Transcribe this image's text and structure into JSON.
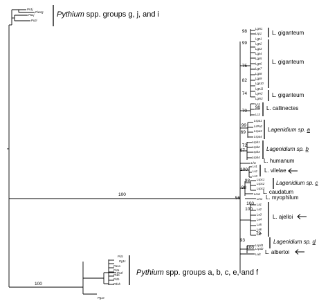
{
  "tips": {
    "pn1j": "Pn1j",
    "piw1g": "Piw1g",
    "pu1j": "Pu1j",
    "pu2i": "Pu2i",
    "lgm1": "Lgm1",
    "lsp1": "Lsp1",
    "lgp1": "Lgp1",
    "lgp2": "Lgp2",
    "lgp3": "Lgp3",
    "lgp4": "Lgp4",
    "lgp5": "Lgp5",
    "lgp6": "Lgp6",
    "lgp7": "Lgp7",
    "lgp8": "Lgp8",
    "lgp9": "Lgp9",
    "lgp10": "Lgp10",
    "lgp11": "Lgp11",
    "lgm2": "Lgm2",
    "lgm3": "Lgm3",
    "lc1": "Lc1",
    "lc2": "Lc2",
    "lc3": "Lc3",
    "lspa1": "Lspa1",
    "lspa2": "LsPa2",
    "lspa3": "Lspa3",
    "lspa4": "Lspa4",
    "lspb1": "Lspb1",
    "lspb2": "Lspb2",
    "lspb3": "Lspb3",
    "lspb4": "Lspb4",
    "lh1": "Lh1",
    "lv1": "Lv1",
    "lv2": "Lv2",
    "lv3": "Lv3",
    "lspc1": "Lspc1",
    "lspc2": "Lspc2",
    "lspc3": "Lspc3",
    "lca1": "Lca1",
    "lm1": "Lm1",
    "la1": "La1",
    "la2": "La2",
    "la3": "La3",
    "la4": "La4",
    "la5": "La5",
    "la6": "La6",
    "la7": "La7",
    "lspd1": "Lspd1",
    "lspd2": "Lspd2",
    "lal1": "Lal1",
    "pi1c": "Pi1c",
    "pg1c": "Pg1c",
    "pa1a": "Pa1a",
    "pi1a": "Pi1a",
    "pf1b": "Pf1b",
    "pi1b": "Pi1b",
    "pd1b": "Pd1b",
    "ps1f": "Ps1f",
    "pg1e": "Pg1e"
  },
  "support": {
    "root": "100",
    "pythium_lower": "100",
    "leg_56": "56",
    "s98": "98",
    "s99a": "99",
    "s75": "75",
    "s82": "82",
    "s74": "74",
    "s98b": "98",
    "s70": "70",
    "s99b": "99",
    "s69": "69",
    "s67": "67",
    "s72": "72",
    "s100a": "100",
    "s98c": "98",
    "s98d": "98",
    "s100b": "100",
    "s100c": "100",
    "s79": "79",
    "s93": "93",
    "s100d": "100"
  },
  "groups": {
    "upper": {
      "italic": "Pythium",
      "rest": " spp. groups g, j, and i"
    },
    "lower": {
      "italic": "Pythium",
      "rest": " spp. groups a, b, c, e, and f"
    },
    "giganteum1": "L. giganteum",
    "giganteum2": "L. giganteum",
    "giganteum3": "L. giganteum",
    "callinectes": "L. callinectes",
    "lag_a": {
      "italic": "Lagenidium sp.",
      "letter": "a"
    },
    "lag_b": {
      "italic": "Lagenidium sp.",
      "letter": "b"
    },
    "humanum": "L. humanum",
    "vilelae": "L. vilelae",
    "lag_c": {
      "italic": "Lagenidium sp.",
      "letter": "c"
    },
    "caudatum": "L. caudatum",
    "myophilum": "L. myophilum",
    "ajelloi": "L. ajelloi",
    "lag_d": {
      "italic": "Lagenidium sp.",
      "letter": "d"
    },
    "albertoi": "L. albertoi"
  },
  "arrows": [
    "vilelae",
    "ajelloi",
    "albertoi"
  ]
}
